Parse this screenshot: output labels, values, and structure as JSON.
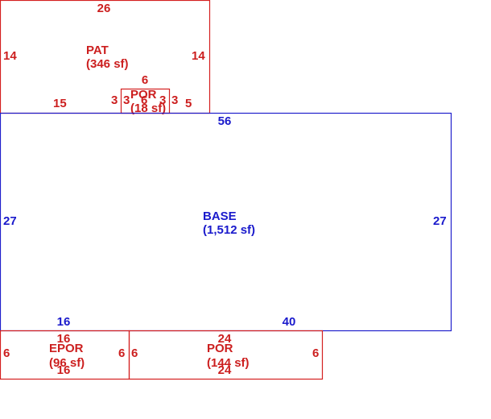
{
  "colors": {
    "additions": "#cc1f1f",
    "base": "#1a1acc"
  },
  "areas": {
    "pat": {
      "name": "PAT",
      "area": "(346 sf)",
      "dims": {
        "top": "26",
        "left": "14",
        "right": "14",
        "bottom_left": "15",
        "bottom_right": "5"
      }
    },
    "por_small": {
      "name": "POR",
      "area": "(18 sf)",
      "dims": {
        "top": "6",
        "left_outer": "3",
        "left_inner": "3",
        "center": "6",
        "right_inner": "3",
        "right_outer": "3"
      }
    },
    "base": {
      "name": "BASE",
      "area": "(1,512 sf)",
      "dims": {
        "top": "56",
        "left": "27",
        "right": "27",
        "bottom_left": "16",
        "bottom_right": "40"
      }
    },
    "epor": {
      "name": "EPOR",
      "area": "(96 sf)",
      "dims": {
        "top": "16",
        "left": "6",
        "right": "6",
        "bottom": "16"
      }
    },
    "por_bottom": {
      "name": "POR",
      "area": "(144 sf)",
      "dims": {
        "top": "24",
        "left": "6",
        "right": "6",
        "bottom": "24"
      }
    }
  }
}
